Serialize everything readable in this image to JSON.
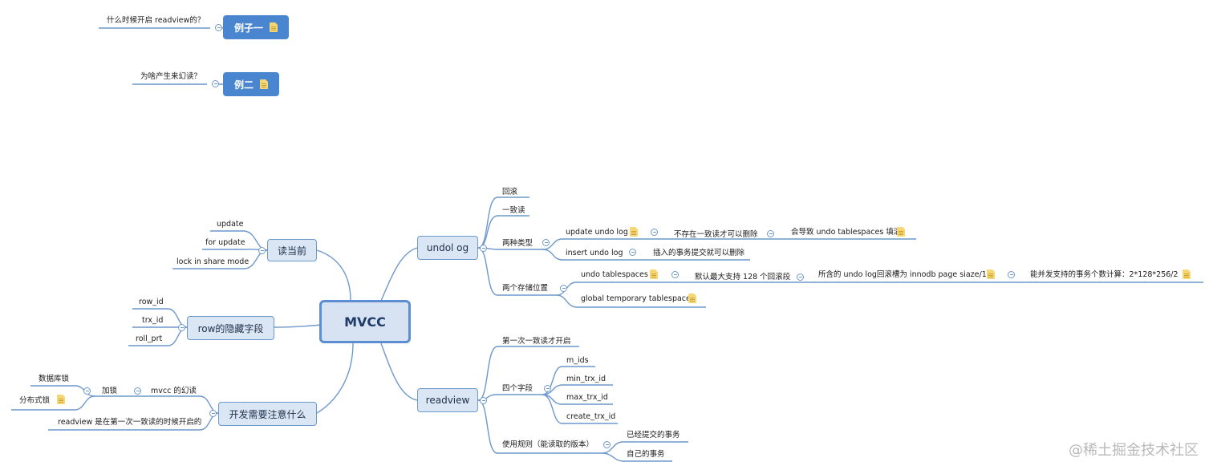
{
  "examples": {
    "ex1_title": "例子一",
    "ex1_question": "什么时候开启 readview的？",
    "ex2_title": "例二",
    "ex2_question": "为啥产生来幻读？"
  },
  "center": "MVCC",
  "read_current": {
    "title": "读当前",
    "items": [
      "update",
      "for update",
      "lock in share mode"
    ]
  },
  "hidden_fields": {
    "title": "row的隐藏字段",
    "items": [
      "row_id",
      "trx_id",
      "roll_prt"
    ]
  },
  "dev_notes": {
    "title": "开发需要注意什么",
    "phantom": "mvcc 的幻读",
    "lock": "加锁",
    "db_lock": "数据库锁",
    "dist_lock": "分布式锁",
    "readview_note": "readview 是在第一次一致读的时候开启的"
  },
  "undo_log": {
    "title": "undol og",
    "rollback": "回滚",
    "consistent_read": "一致读",
    "two_types": "两种类型",
    "update_undo": "update undo log",
    "update_undo_child": "不存在一致读才可以删除",
    "update_undo_grandchild": "会导致 undo tablespaces 填满",
    "insert_undo": "insert undo log",
    "insert_undo_child": "插入的事务提交就可以删除",
    "two_locations": "两个存储位置",
    "undo_tablespaces": "undo tablespaces",
    "undo_ts_child": "默认最大支持 128 个回滚段",
    "undo_ts_grandchild": "所含的 undo log回滚槽为 innodb page siaze/16",
    "undo_ts_great": "能并发支持的事务个数计算：2*128*256/2",
    "global_temp": "global temporary tablespace"
  },
  "readview": {
    "title": "readview",
    "first": "第一次一致读才开启",
    "four_fields": "四个字段",
    "fields": [
      "m_ids",
      "min_trx_id",
      "max_trx_id",
      "create_trx_id"
    ],
    "rules": "使用规则（能读取的版本）",
    "rule_items": [
      "已经提交的事务",
      "自己的事务"
    ]
  },
  "watermark": "@稀土掘金技术社区",
  "colors": {
    "line": "#6d98cc",
    "node_fill": "#dbe6f4",
    "solid_fill": "#4a86cf",
    "note": "#f7d774"
  },
  "icons": [
    "note-icon",
    "collapse-toggle-icon"
  ]
}
